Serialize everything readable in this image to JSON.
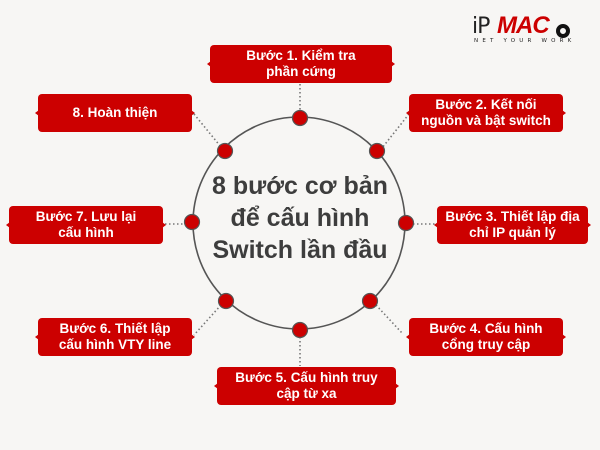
{
  "logo": {
    "prefix": "iP",
    "brand": "MAC",
    "tagline": "NET YOUR WORK"
  },
  "center": {
    "title_line1": "8 bước cơ bản",
    "title_line2": "để cấu hình",
    "title_line3": "Switch lần đầu"
  },
  "colors": {
    "accent": "#cc0000",
    "background": "#f7f6f4",
    "circle_stroke": "#555555",
    "title_text": "#3d3d3d"
  },
  "steps": [
    {
      "line1": "Bước 1. Kiểm tra",
      "line2": "phần cứng"
    },
    {
      "line1": "Bước 2. Kết nối",
      "line2": "nguồn và bật switch"
    },
    {
      "line1": "Bước 3. Thiết lập địa",
      "line2": "chỉ IP quản lý"
    },
    {
      "line1": "Bước 4. Cấu hình",
      "line2": "cổng truy cập"
    },
    {
      "line1": "Bước 5. Cấu hình truy",
      "line2": "cập từ xa"
    },
    {
      "line1": "Bước 6. Thiết lập",
      "line2": "cấu hình VTY line"
    },
    {
      "line1": "Bước 7. Lưu lại",
      "line2": "cấu hình"
    },
    {
      "line1": "8. Hoàn thiện",
      "line2": ""
    }
  ]
}
